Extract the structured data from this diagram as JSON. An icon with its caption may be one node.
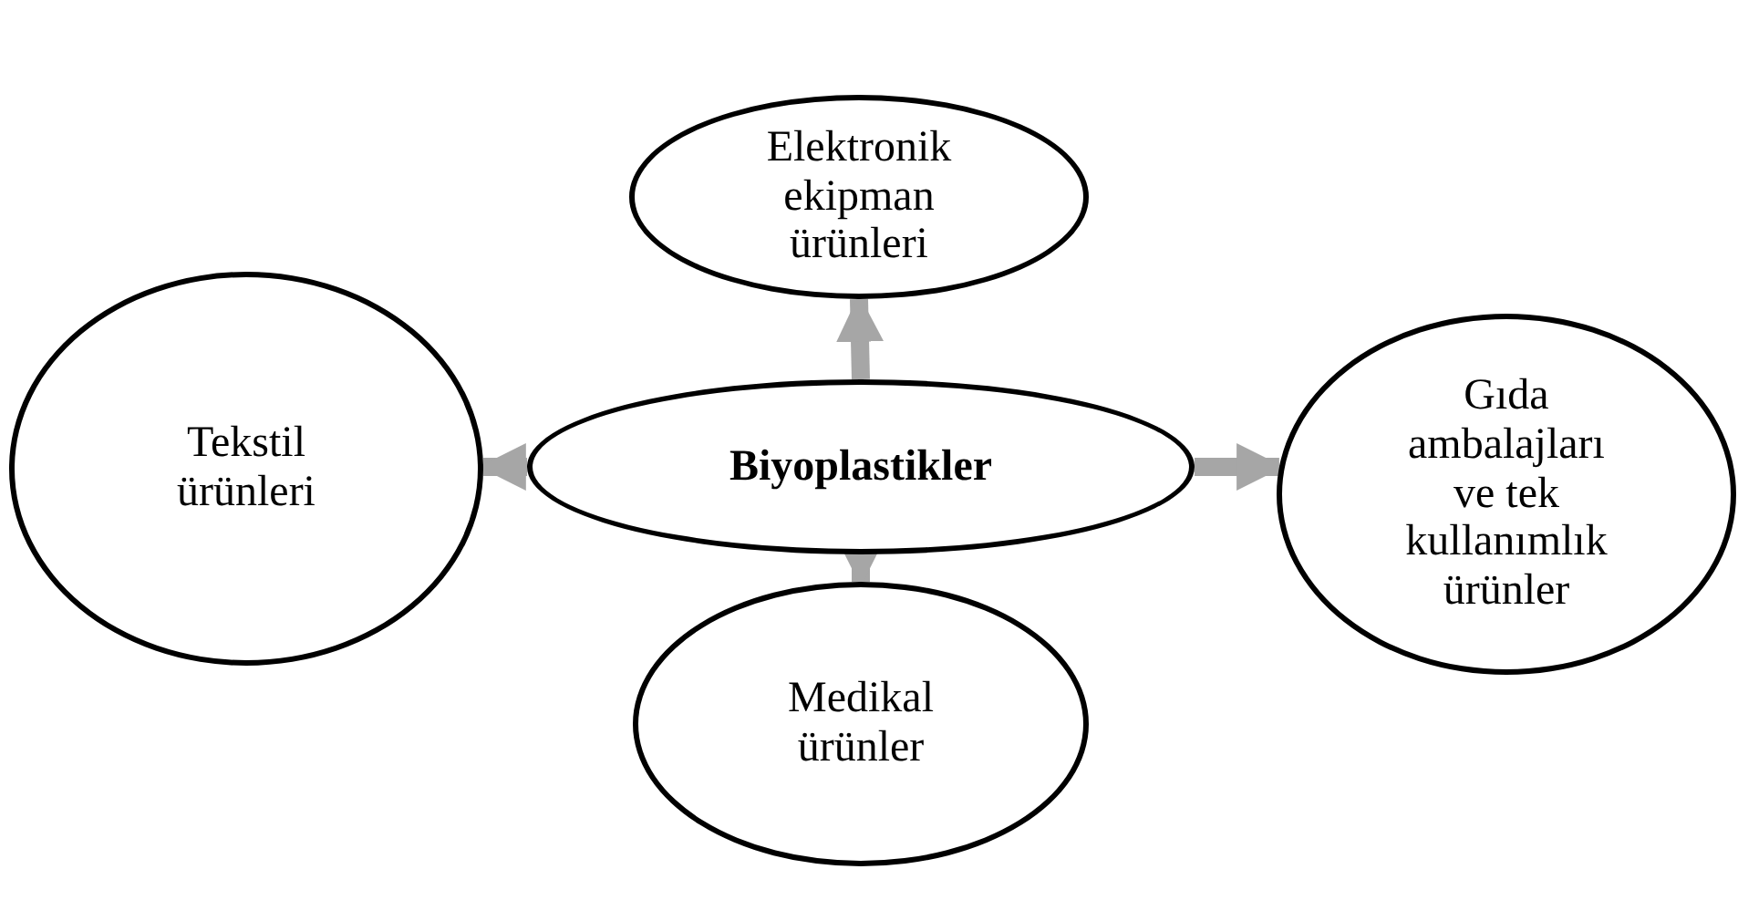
{
  "diagram": {
    "nodes": [
      {
        "text": [
          "Elektronik ekipman ürünleri"
        ]
      },
      {
        "text": [
          "Tekstil ürünleri"
        ]
      },
      {
        "text": [
          "Biyoplastikler"
        ]
      },
      {
        "text": [
          "Gıda ambalajları ve tek kullanımlık ürünler"
        ]
      },
      {
        "text": [
          "Medikal ürünler"
        ]
      }
    ],
    "edges": [
      {
        "from": 2,
        "to": 0,
        "arrow": "to"
      },
      {
        "from": 2,
        "to": 1,
        "arrow": "to"
      },
      {
        "from": 2,
        "to": 3,
        "arrow": "to"
      },
      {
        "from": 2,
        "to": 4,
        "arrow": "to"
      }
    ]
  }
}
